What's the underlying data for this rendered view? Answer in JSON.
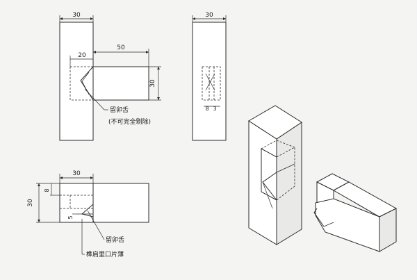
{
  "dimensions": {
    "front_top_width": "30",
    "front_inner_20": "20",
    "front_length_50": "50",
    "front_height_30": "30",
    "side_top_width": "30",
    "side_8": "8",
    "side_3": "3",
    "plan_top_width": "30",
    "plan_height_30": "30",
    "plan_8": "8",
    "plan_5": "5"
  },
  "callouts": {
    "front_tongue": "留卯舌",
    "front_tongue_note": "(不可完全剔除)",
    "plan_tongue": "留卯舌",
    "plan_shoulder": "榫肩里口片薄"
  }
}
